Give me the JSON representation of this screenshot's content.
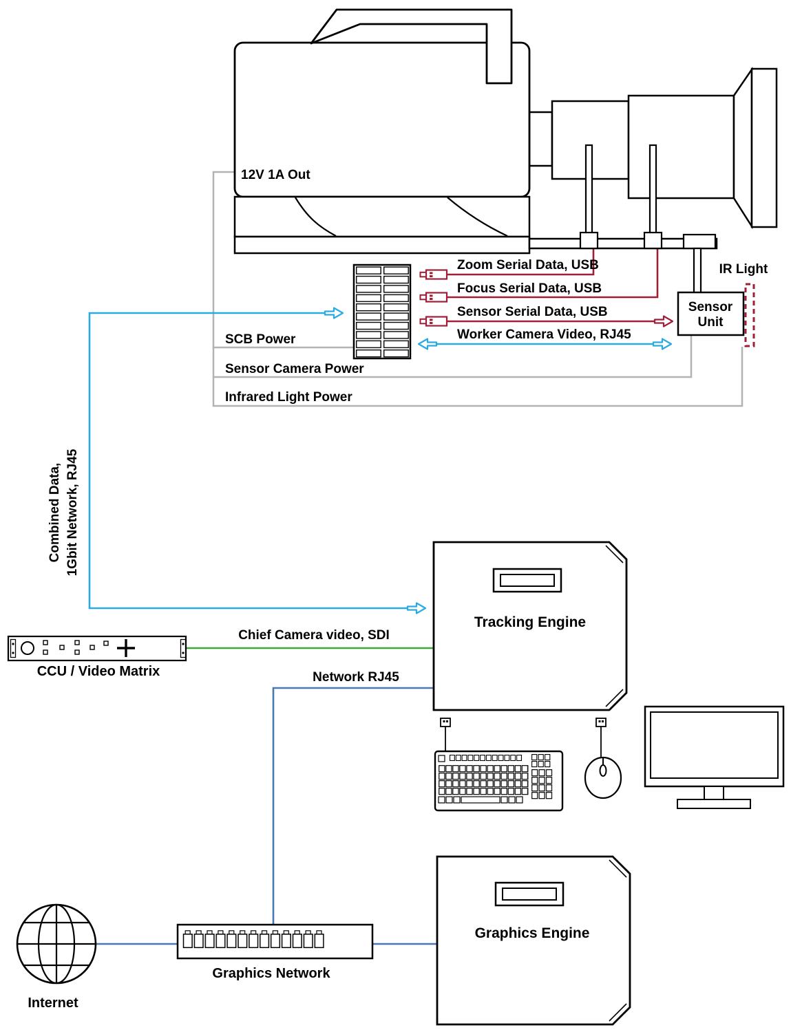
{
  "palette": {
    "serial_usb": "#9e1f37",
    "video_rj45": "#29abe2",
    "sdi": "#3aaa35",
    "network": "#4a78b0",
    "power": "#b3b3b3"
  },
  "camera": {
    "power_out_label": "12V 1A Out"
  },
  "wires": {
    "zoom_serial": {
      "label": "Zoom Serial Data, USB"
    },
    "focus_serial": {
      "label": "Focus Serial Data, USB"
    },
    "sensor_serial": {
      "label": "Sensor Serial Data, USB"
    },
    "worker_video": {
      "label": "Worker Camera Video, RJ45"
    },
    "scb_power": {
      "label": "SCB Power"
    },
    "sensor_camera_power": {
      "label": "Sensor Camera Power"
    },
    "infrared_power": {
      "label": "Infrared Light Power"
    },
    "combined_data": {
      "label_line1": "Combined Data,",
      "label_line2": "1Gbit Network, RJ45"
    },
    "chief_video": {
      "label": "Chief Camera video, SDI"
    },
    "network_rj45": {
      "label": "Network RJ45"
    }
  },
  "nodes": {
    "ir_light": {
      "label": "IR Light"
    },
    "sensor_unit": {
      "label_line1": "Sensor",
      "label_line2": "Unit"
    },
    "tracking_engine": {
      "label": "Tracking Engine"
    },
    "ccu": {
      "label": "CCU / Video Matrix"
    },
    "graphics_engine": {
      "label": "Graphics Engine"
    },
    "graphics_network": {
      "label": "Graphics Network"
    },
    "internet": {
      "label": "Internet"
    }
  }
}
